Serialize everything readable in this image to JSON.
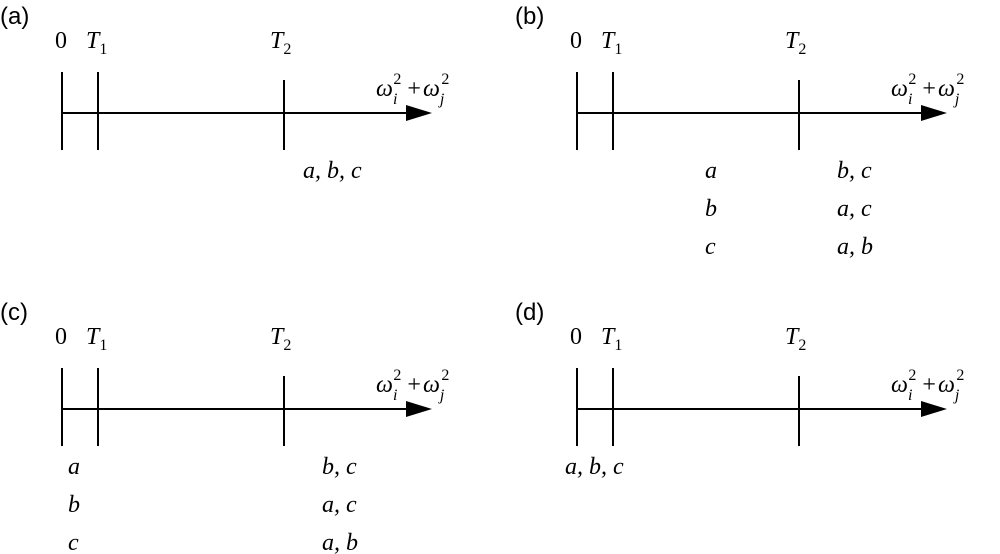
{
  "panels": [
    {
      "label": "(a)",
      "zero": "0",
      "t1": {
        "main": "T",
        "sub": "1"
      },
      "t2": {
        "main": "T",
        "sub": "2"
      },
      "axis_label": {
        "w1": "ω",
        "sub1": "i",
        "sup1": "2",
        "plus": "+",
        "w2": "ω",
        "sub2": "j",
        "sup2": "2"
      },
      "left_column": [],
      "right_column": [
        "a, b, c"
      ],
      "zero_column": []
    },
    {
      "label": "(b)",
      "zero": "0",
      "t1": {
        "main": "T",
        "sub": "1"
      },
      "t2": {
        "main": "T",
        "sub": "2"
      },
      "axis_label": {
        "w1": "ω",
        "sub1": "i",
        "sup1": "2",
        "plus": "+",
        "w2": "ω",
        "sub2": "j",
        "sup2": "2"
      },
      "left_column": [
        "a",
        "b",
        "c"
      ],
      "right_column": [
        "b, c",
        "a, c",
        "a, b"
      ],
      "zero_column": []
    },
    {
      "label": "(c)",
      "zero": "0",
      "t1": {
        "main": "T",
        "sub": "1"
      },
      "t2": {
        "main": "T",
        "sub": "2"
      },
      "axis_label": {
        "w1": "ω",
        "sub1": "i",
        "sup1": "2",
        "plus": "+",
        "w2": "ω",
        "sub2": "j",
        "sup2": "2"
      },
      "left_column": [],
      "right_column": [
        "b, c",
        "a, c",
        "a, b"
      ],
      "zero_column": [
        "a",
        "b",
        "c"
      ]
    },
    {
      "label": "(d)",
      "zero": "0",
      "t1": {
        "main": "T",
        "sub": "1"
      },
      "t2": {
        "main": "T",
        "sub": "2"
      },
      "axis_label": {
        "w1": "ω",
        "sub1": "i",
        "sup1": "2",
        "plus": "+",
        "w2": "ω",
        "sub2": "j",
        "sup2": "2"
      },
      "left_column": [],
      "right_column": [],
      "zero_column": [
        "a, b, c"
      ]
    }
  ]
}
